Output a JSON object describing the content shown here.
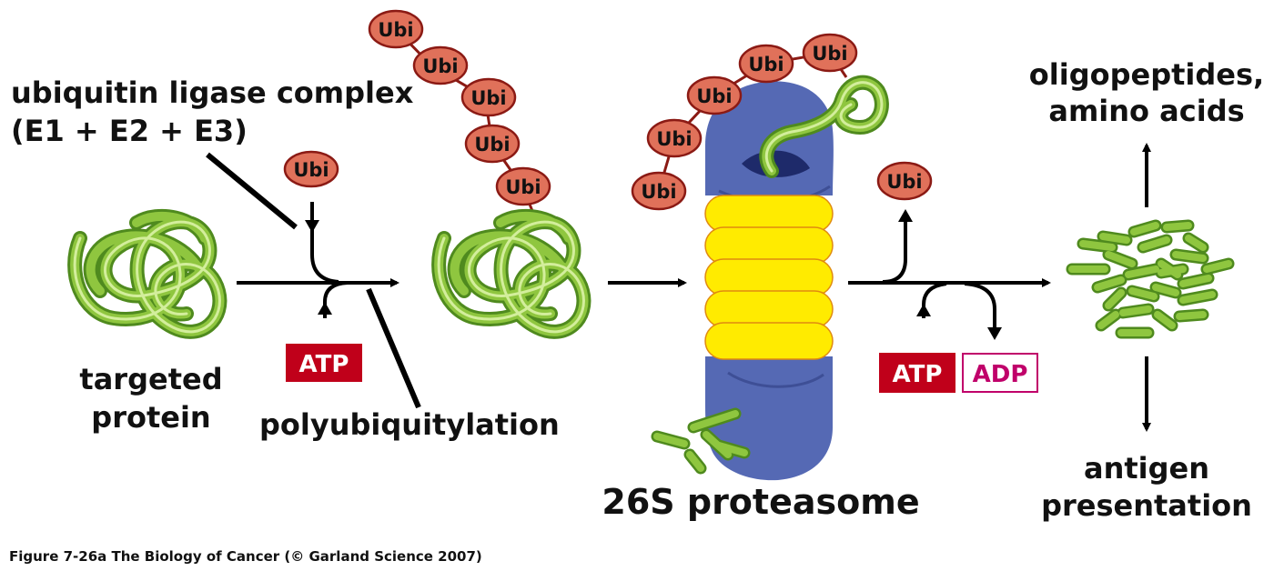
{
  "labels": {
    "ligase_line1": "ubiquitin ligase complex",
    "ligase_line2": "(E1 + E2 + E3)",
    "targeted_line1": "targeted",
    "targeted_line2": "protein",
    "polyubiquitylation": "polyubiquitylation",
    "proteasome": "26S proteasome",
    "oligo_line1": "oligopeptides,",
    "oligo_line2": "amino acids",
    "antigen_line1": "antigen",
    "antigen_line2": "presentation",
    "caption": "Figure 7-26a  The Biology of Cancer (© Garland Science 2007)"
  },
  "ubiquitin_tag": "Ubi",
  "energy": {
    "atp": "ATP",
    "adp": "ADP"
  },
  "colors": {
    "ubi_fill": "#e0715a",
    "ubi_stroke": "#8b1a14",
    "protein_green": "#8fc63f",
    "protein_dark": "#4f8a1e",
    "proteasome_blue": "#5569b4",
    "proteasome_yellow": "#ffeb00",
    "atp_red": "#c0001a",
    "adp_magenta": "#c0006a"
  }
}
